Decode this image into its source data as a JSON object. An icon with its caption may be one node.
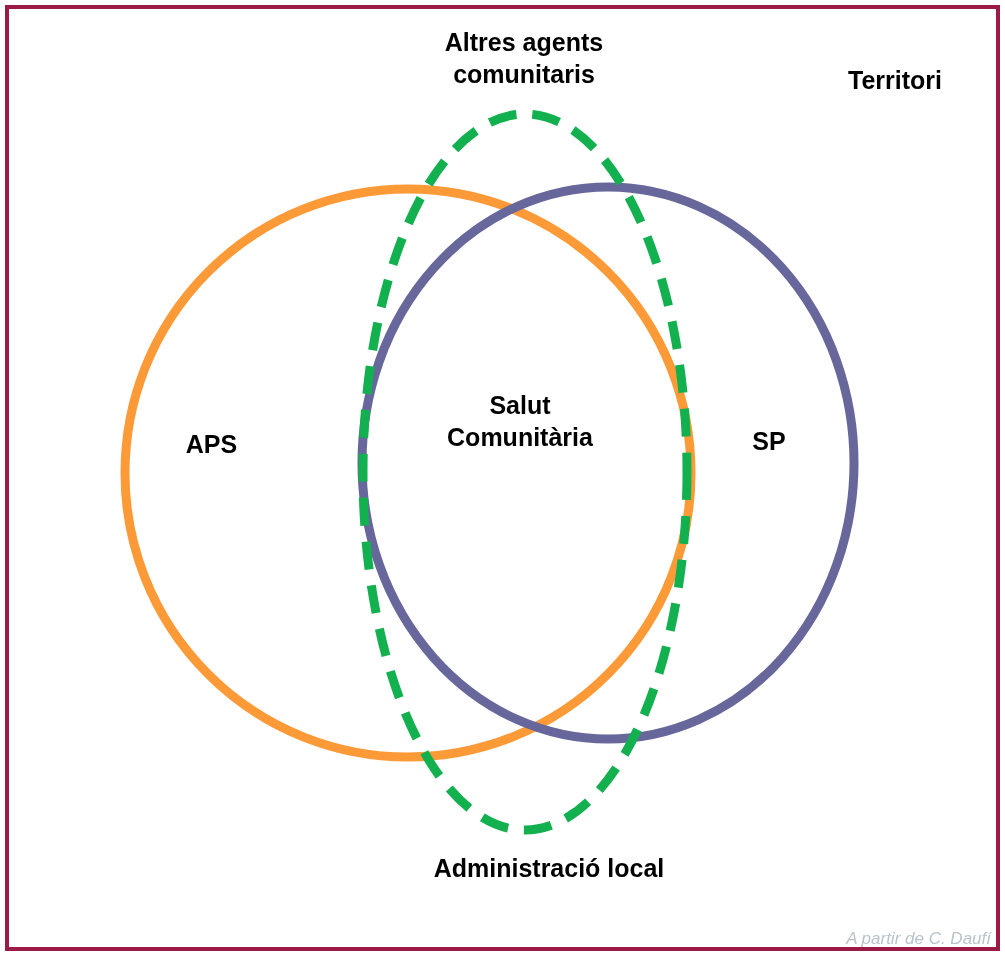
{
  "diagram": {
    "caption": "A partir de C. Daufí",
    "nodes": [
      {
        "text": [
          "Territori"
        ]
      },
      {
        "text": [
          "APS"
        ],
        "in": 0
      },
      {
        "text": [
          "SP"
        ],
        "in": 0
      },
      {
        "text": [
          "Altres agents comunitaris",
          "Administració local"
        ],
        "in": 0
      }
    ],
    "edges": [],
    "labels": [
      "Salut Comunitària"
    ]
  }
}
